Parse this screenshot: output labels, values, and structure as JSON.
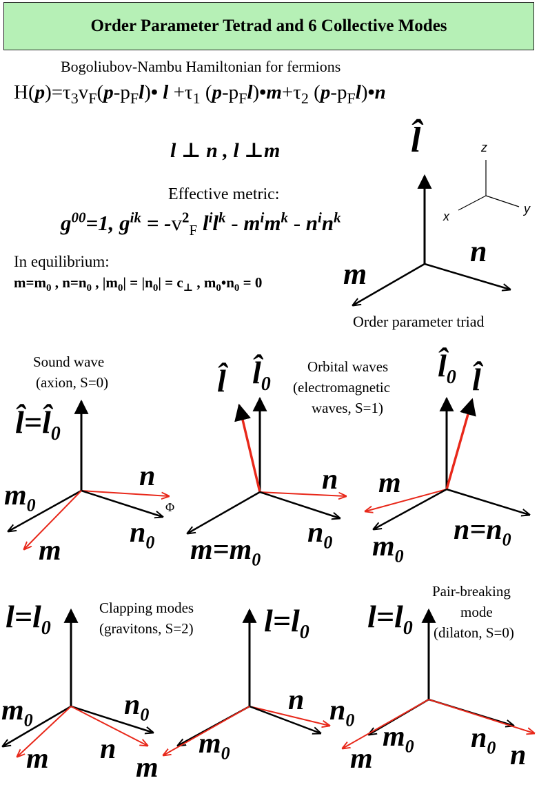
{
  "title": "Order Parameter Tetrad and 6 Collective Modes",
  "hamiltonian": {
    "heading": "Bogoliubov-Nambu Hamiltonian for fermions"
  },
  "perp_relation": "l ⊥ n , l ⊥m",
  "metric_heading": "Effective metric:",
  "equilibrium_heading": "In equilibrium:",
  "triad": {
    "caption": "Order parameter triad",
    "l_label": "l̂",
    "n_label": "n",
    "m_label": "m",
    "axes": {
      "z": "z",
      "x": "x",
      "y": "y"
    }
  },
  "modes": {
    "sound": {
      "caption_line1": "Sound wave",
      "caption_line2": "(axion, S=0)",
      "phi": "Φ"
    },
    "orbital": {
      "caption_line1": "Orbital waves",
      "caption_line2": "(electromagnetic",
      "caption_line3": "waves, S=1)"
    },
    "clapping": {
      "caption_line1": "Clapping modes",
      "caption_line2": "(gravitons, S=2)"
    },
    "pair_breaking": {
      "caption_line1": "Pair-breaking",
      "caption_line2": "mode",
      "caption_line3": "(dilaton, S=0)"
    }
  },
  "colors": {
    "title_bg": "#b6f0b6",
    "perturbed": "#e8281a",
    "base": "#000000"
  }
}
